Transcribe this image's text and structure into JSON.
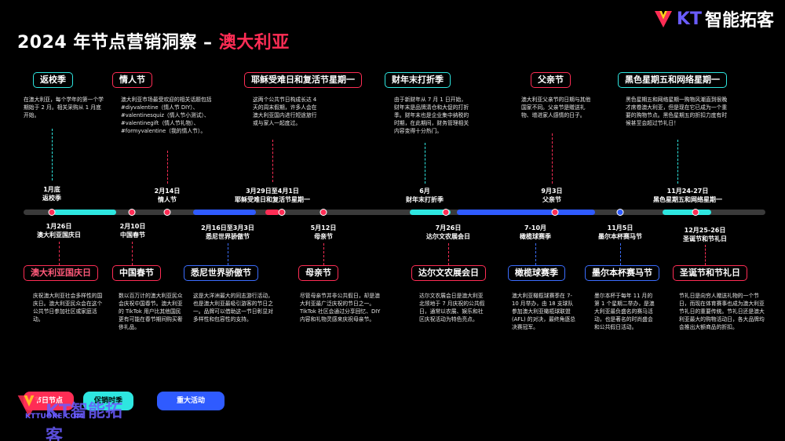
{
  "title": {
    "main": "2024 年节点营销洞察 – ",
    "accent": "澳大利亚"
  },
  "brand": {
    "kt": "KT",
    "name": "智能拓客"
  },
  "top_events": [
    {
      "label": "返校季",
      "desc": "在澳大利亚，每个学年的第一个学期始于 2 月。相关采购从 1 月底开始。",
      "date": "1月底",
      "date_name": "返校季",
      "style": "cyan"
    },
    {
      "label": "情人节",
      "desc": "澳大利亚市场最受欢迎的相关话题包括 #diyvalentine（情人节 DIY）、#valentinesquiz（情人节小测试）、#valentinegift（情人节礼物）、#formyvalentine（我的情人节）。",
      "date": "2月14日",
      "date_name": "情人节",
      "style": "pink"
    },
    {
      "label": "耶稣受难日和复活节星期一",
      "desc": "这两个公共节日构成长达 4 天的周末假期，许多人会在澳大利亚国内进行短途旅行或与家人一起度过。",
      "date": "3月29日至4月1日",
      "date_name": "耶稣受难日和复活节星期一",
      "style": "pink"
    },
    {
      "label": "财年末打折季",
      "desc": "由于新财年从 7 月 1 日开始，财年末是品牌清仓和大促的打折季。财年末也是企业集中纳税的时期，在此期间，财务管理相关内容变得十分热门。",
      "date": "6月",
      "date_name": "财年末打折季",
      "style": "cyan"
    },
    {
      "label": "父亲节",
      "desc": "澳大利亚父亲节的日期与其他国家不同。父亲节是赠送礼物、增进家人感情的日子。",
      "date": "9月3日",
      "date_name": "父亲节",
      "style": "pink"
    },
    {
      "label": "黑色星期五和网络星期一",
      "desc": "黑色星期五和网络星期一购物风潮直到很晚才席卷澳大利亚，但是现在它已成为一个重要的购物节点。黑色星期五的折扣力度有时候甚至会超过节礼日！",
      "date": "11月24-27日",
      "date_name": "黑色星期五和网络星期一",
      "style": "cyan"
    }
  ],
  "bottom_events": [
    {
      "label": "澳大利亚国庆日",
      "desc": "庆祝澳大利亚社会多样性的国庆日。澳大利亚民众会在这个公共节日参加社区或家庭活动。",
      "date": "1月26日",
      "date_name": "澳大利亚国庆日",
      "style": "red"
    },
    {
      "label": "中国春节",
      "desc": "数以百万计的澳大利亚民众会庆祝中国春节。澳大利亚的 TikTok 用户比其他国民更有可能在春节期间购买奢侈礼品。",
      "date": "2月10日",
      "date_name": "中国春节",
      "style": "pink"
    },
    {
      "label": "悉尼世界骄傲节",
      "desc": "这是大洋洲最大的同志游行活动，也是澳大利亚最吸引游客的节日之一。品牌可以借助这一节日彰显对多样性和包容性的支持。",
      "date": "2月16日至3月3日",
      "date_name": "悉尼世界骄傲节",
      "style": "blue"
    },
    {
      "label": "母亲节",
      "desc": "尽管母亲节并非公共假日，却是澳大利亚最广泛庆祝的节日之一。TikTok 社区会通过分享回忆、DIY 内容和礼物灵感来庆祝母亲节。",
      "date": "5月12日",
      "date_name": "母亲节",
      "style": "pink"
    },
    {
      "label": "达尔文农展会日",
      "desc": "达尔文农展会日是澳大利亚北领地于 7 月庆祝的公共假日，通常以农展、娱乐和社区庆祝活动为特色亮点。",
      "date": "7月26日",
      "date_name": "达尔文农展会日",
      "style": "pink"
    },
    {
      "label": "橄榄球赛季",
      "desc": "澳大利亚橄榄球赛季在 7-10 月举办，由 18 支球队参加澳大利亚橄榄球联盟 (AFL) 的对决，最终角逐总决赛冠军。",
      "date": "7-10月",
      "date_name": "橄榄球赛季",
      "style": "blue"
    },
    {
      "label": "墨尔本杯赛马节",
      "desc": "墨尔本杯于每年 11 月的第 1 个星期二举办，是澳大利亚最负盛名的赛马活动，也是著名的时尚盛会和公共假日活动。",
      "date": "11月5日",
      "date_name": "墨尔本杯赛马节",
      "style": "blue"
    },
    {
      "label": "圣诞节和节礼日",
      "desc": "节礼日是向穷人赠送礼物的一个节日，而现在体育赛事也成为澳大利亚节礼日的重要传统。节礼日还是澳大利亚最大的购物活动日，各大品牌均会推出大额商品的折扣。",
      "date": "12月25-26日",
      "date_name": "圣诞节和节礼日",
      "style": "pink"
    }
  ],
  "legend": {
    "item1": "节日节点",
    "item2": "促销时季",
    "item3": "重大活动"
  },
  "footer": {
    "kt": "KT智能拓客",
    "site": "KTTUOKE.COM"
  },
  "colors": {
    "cyan": "#2ee6e0",
    "pink": "#ff2d55",
    "blue": "#2f5bff",
    "logo": "#6a5cff"
  }
}
